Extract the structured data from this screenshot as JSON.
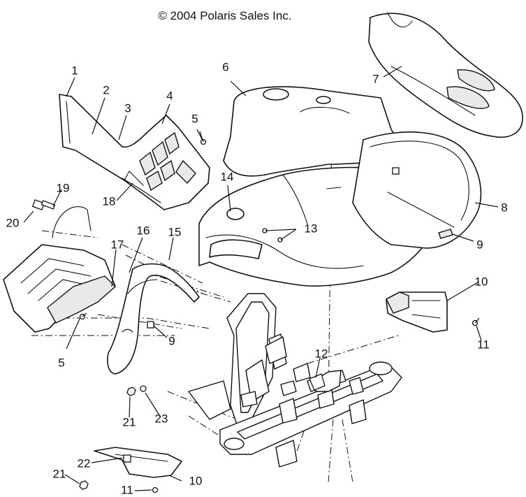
{
  "copyright": "© 2004 Polaris Sales Inc.",
  "callouts": [
    {
      "id": "c1",
      "label": "1"
    },
    {
      "id": "c2",
      "label": "2"
    },
    {
      "id": "c3",
      "label": "3"
    },
    {
      "id": "c4",
      "label": "4"
    },
    {
      "id": "c5a",
      "label": "5"
    },
    {
      "id": "c5b",
      "label": "5"
    },
    {
      "id": "c6",
      "label": "6"
    },
    {
      "id": "c7",
      "label": "7"
    },
    {
      "id": "c8",
      "label": "8"
    },
    {
      "id": "c9a",
      "label": "9"
    },
    {
      "id": "c9b",
      "label": "9"
    },
    {
      "id": "c10a",
      "label": "10"
    },
    {
      "id": "c10b",
      "label": "10"
    },
    {
      "id": "c11a",
      "label": "11"
    },
    {
      "id": "c11b",
      "label": "11"
    },
    {
      "id": "c12",
      "label": "12"
    },
    {
      "id": "c13",
      "label": "13"
    },
    {
      "id": "c14",
      "label": "14"
    },
    {
      "id": "c15",
      "label": "15"
    },
    {
      "id": "c16",
      "label": "16"
    },
    {
      "id": "c17",
      "label": "17"
    },
    {
      "id": "c18",
      "label": "18"
    },
    {
      "id": "c19",
      "label": "19"
    },
    {
      "id": "c20",
      "label": "20"
    },
    {
      "id": "c21a",
      "label": "21"
    },
    {
      "id": "c21b",
      "label": "21"
    },
    {
      "id": "c22",
      "label": "22"
    },
    {
      "id": "c23",
      "label": "23"
    }
  ]
}
